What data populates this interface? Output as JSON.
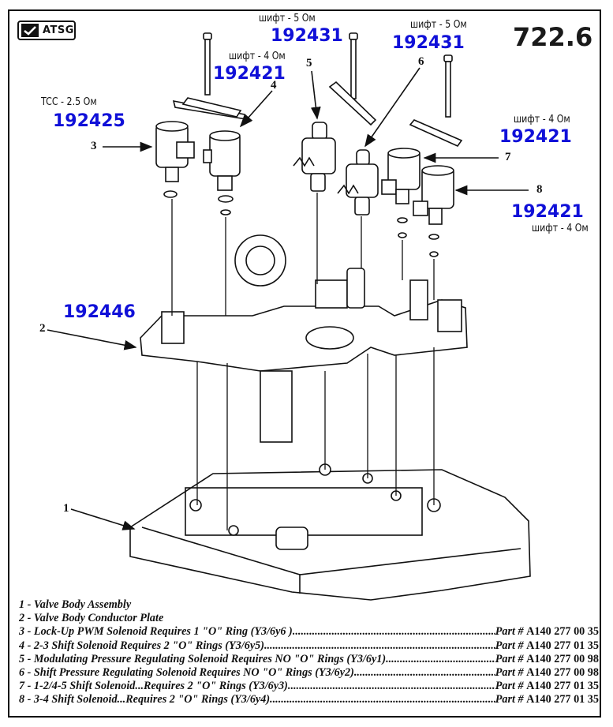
{
  "header": {
    "logo_text": "ATSG",
    "model": "722.6"
  },
  "labels": [
    {
      "ohm": "TCC - 2.5 Ом",
      "part_number": "192425",
      "callout": "3"
    },
    {
      "ohm": "шифт - 4 Ом",
      "part_number": "192421",
      "callout": "4"
    },
    {
      "ohm": "шифт - 5 Ом",
      "part_number": "192431",
      "callout": "5"
    },
    {
      "ohm": "шифт - 5 Ом",
      "part_number": "192431",
      "callout": "6"
    },
    {
      "ohm": "шифт - 4 Ом",
      "part_number": "192421",
      "callout": "7"
    },
    {
      "ohm": "шифт - 4 Ом",
      "part_number": "192421",
      "callout": "8"
    }
  ],
  "plate": {
    "part_number": "192446",
    "callout": "2"
  },
  "valve_body": {
    "callout": "1"
  },
  "legend": [
    {
      "desc": "1 - Valve Body Assembly"
    },
    {
      "desc": "2 - Valve Body Conductor Plate"
    },
    {
      "desc": "3 - Lock-Up PWM Solenoid Requires 1 \"O\" Ring (Y3/6y6 )",
      "part_label": "Part #",
      "part_no": "A140 277 00 35"
    },
    {
      "desc": "4 - 2-3 Shift Solenoid  Requires 2 \"O\" Rings (Y3/6y5)",
      "part_label": "Part #",
      "part_no": "A140 277 01 35"
    },
    {
      "desc": "5 - Modulating Pressure Regulating Solenoid Requires NO \"O\" Rings (Y3/6y1)",
      "part_label": "Part #",
      "part_no": "A140 277 00 98"
    },
    {
      "desc": "6 - Shift Pressure Regulating Solenoid Requires NO \"O\" Rings (Y3/6y2)",
      "part_label": "Part #",
      "part_no": "A140 277 00 98"
    },
    {
      "desc": "7 - 1-2/4-5 Shift Solenoid...Requires 2 \"O\" Rings (Y3/6y3)",
      "part_label": "Part #",
      "part_no": "A140 277 01 35"
    },
    {
      "desc": "8 - 3-4 Shift Solenoid...Requires 2 \"O\" Rings (Y3/6y4)",
      "part_label": "Part #",
      "part_no": "A140 277 01 35"
    }
  ],
  "colors": {
    "part_number": "#1010d8",
    "ink": "#111111"
  }
}
